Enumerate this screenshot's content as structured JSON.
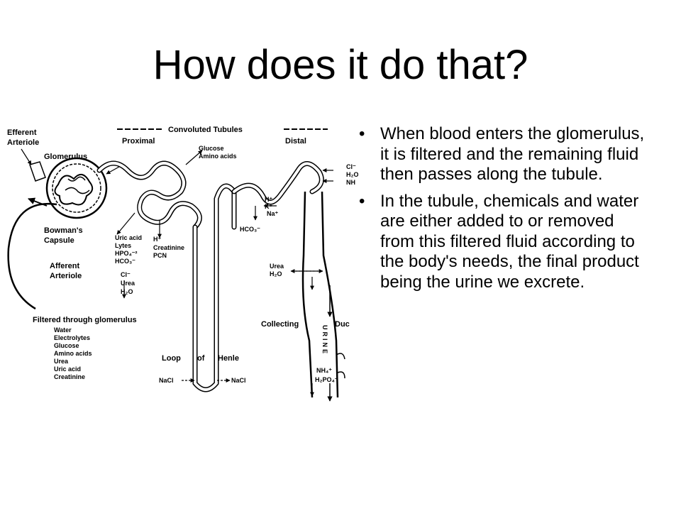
{
  "slide": {
    "title": "How does it do that?"
  },
  "diagram": {
    "labels": {
      "efferent_arteriole_1": "Efferent",
      "efferent_arteriole_2": "Arteriole",
      "glomerulus": "Glomerulus",
      "convoluted_tubules": "Convoluted Tubules",
      "proximal": "Proximal",
      "distal": "Distal",
      "glucose": "Glucose",
      "amino_acids": "Amino acids",
      "bowmans_capsule_1": "Bowman's",
      "bowmans_capsule_2": "Capsule",
      "uric_acid": "Uric acid",
      "lytes": "Lytes",
      "hpo4": "HPO₄⁻²",
      "hco3": "HCO₃⁻",
      "h_plus": "H⁺",
      "creatinine_pcn": "Creatinine",
      "pcn": "PCN",
      "afferent_arteriole_1": "Afferent",
      "afferent_arteriole_2": "Arteriole",
      "cl_minus": "Cl⁻",
      "urea": "Urea",
      "h2o": "H₂O",
      "distal_cl": "Cl⁻",
      "distal_h2o": "H₂O",
      "distal_nh": "NH",
      "distal_h": "H⁺",
      "distal_k": "K⁺",
      "distal_na": "Na⁺",
      "distal_hco3": "HCO₃⁻",
      "urea_2": "Urea",
      "h2o_2": "H₂O",
      "collecting_duct": "Collecting",
      "duct": "Duc",
      "urine": "URINE",
      "nh4": "NH₄⁺",
      "h2po4": "H₂PO₄⁻",
      "loop_of": "Loop",
      "of": "of",
      "henle": "Henle",
      "nacl_left": "NaCl",
      "nacl_right": "NaCl",
      "filtered_title": "Filtered through glomerulus"
    },
    "filtered_items": [
      "Water",
      "Electrolytes",
      "Glucose",
      "Amino acids",
      "Urea",
      "Uric acid",
      "Creatinine"
    ]
  },
  "bullets": [
    {
      "marker": "•",
      "text": "When blood enters the glomerulus, it is filtered and the remaining fluid then passes along the tubule."
    },
    {
      "marker": "•",
      "text": "In the tubule, chemicals and water are either added to or removed from this filtered fluid according to the body's needs, the final product being the urine we excrete."
    }
  ]
}
